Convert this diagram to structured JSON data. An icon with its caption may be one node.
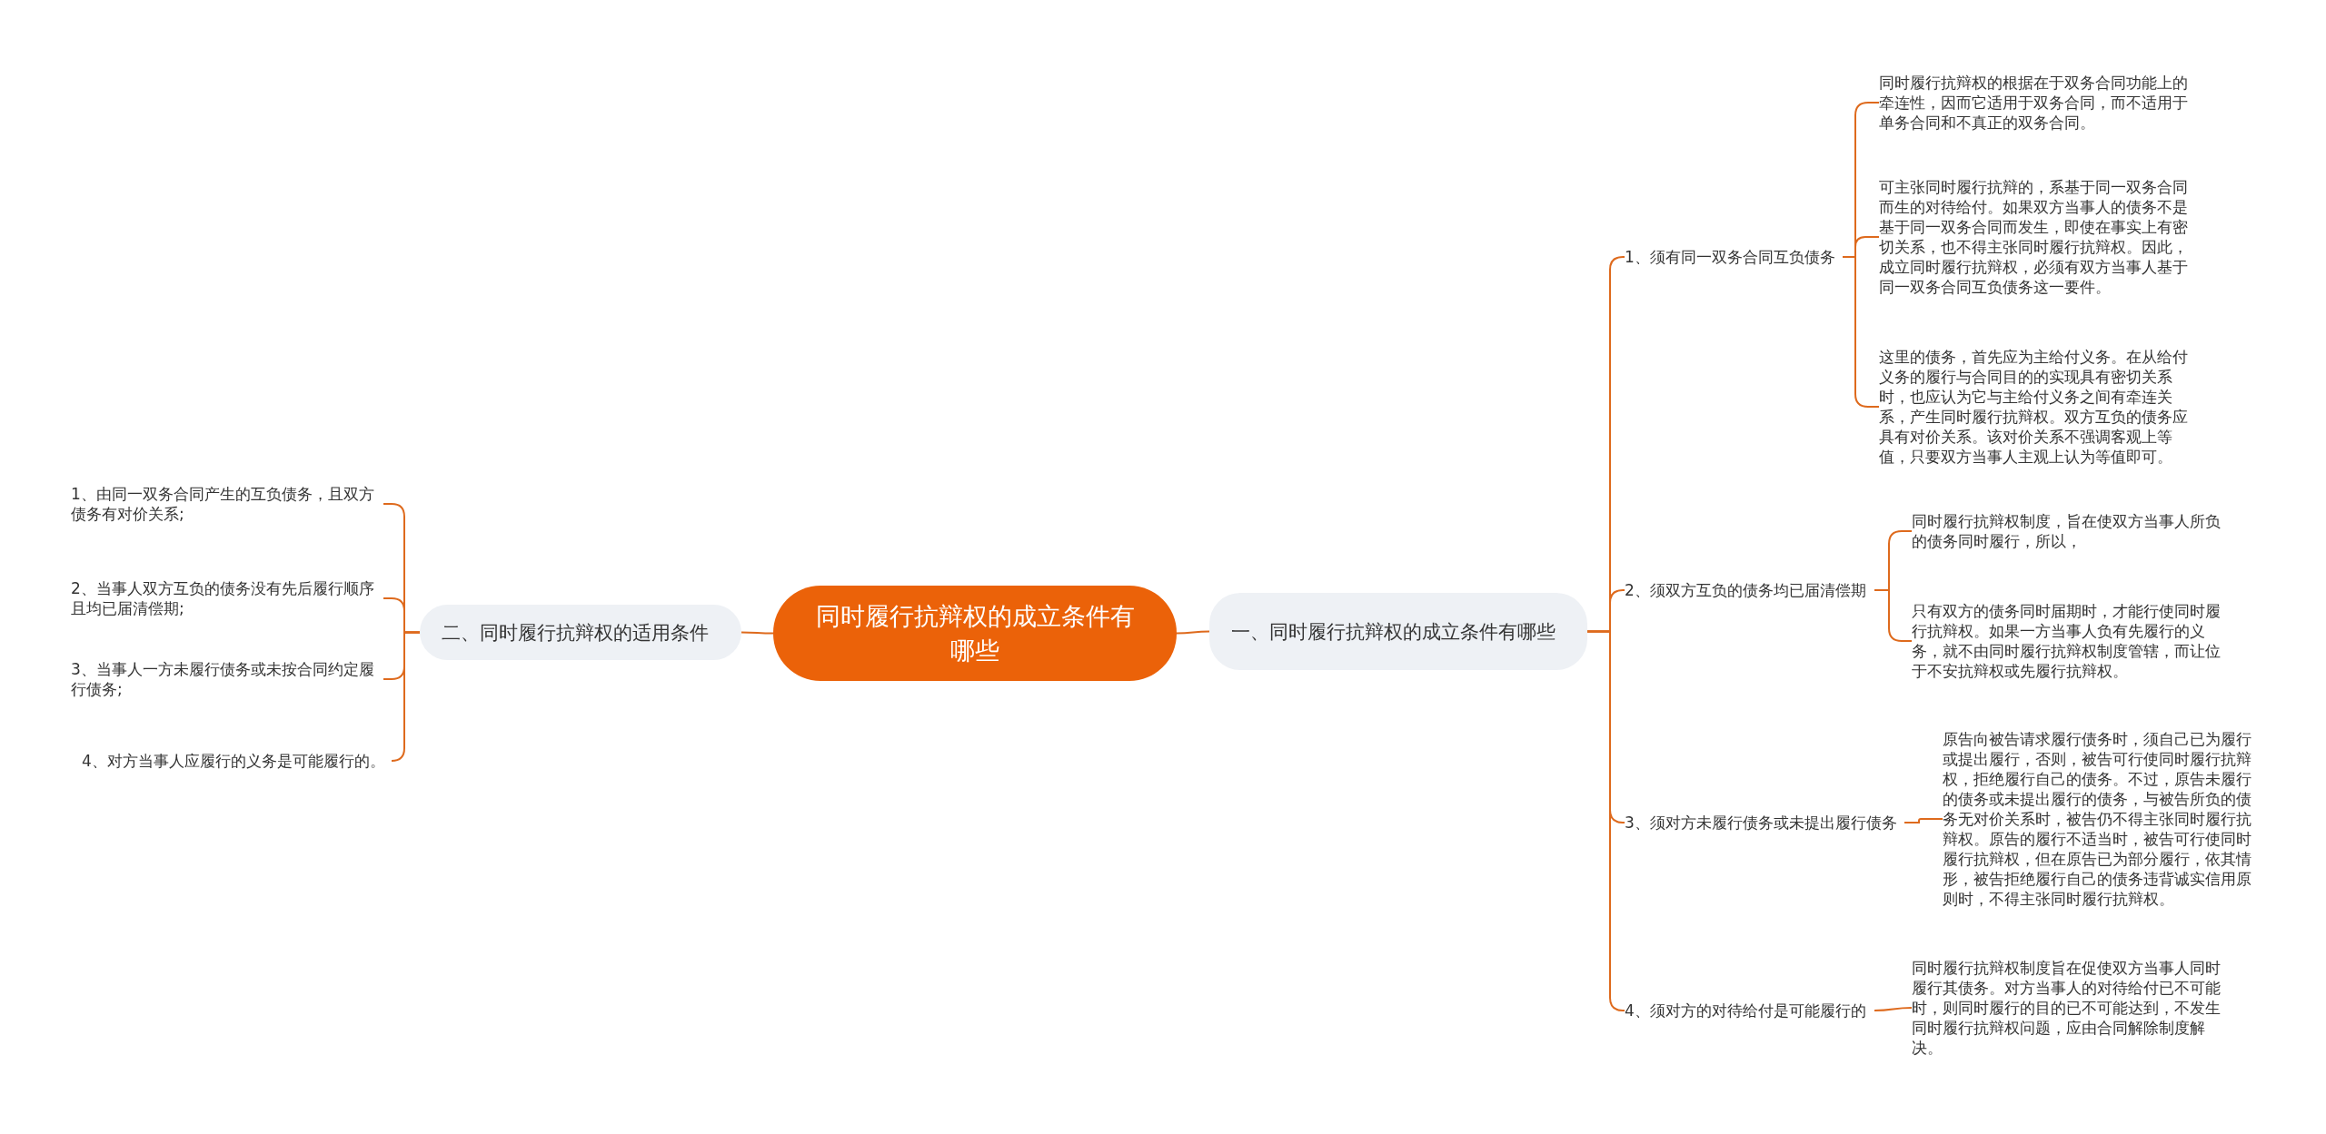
{
  "diagram": {
    "nodes": [
      {
        "text": [
          "同时履行抗辩权的成立条件有哪些"
        ]
      },
      {
        "text": [
          "一、同时履行抗辩权的成立条件有哪些"
        ]
      },
      {
        "text": [
          "二、同时履行抗辩权的适用条件"
        ]
      },
      {
        "text": [
          "1、须有同一双务合同互负债务"
        ]
      },
      {
        "text": [
          "2、须双方互负的债务均已届清偿期"
        ]
      },
      {
        "text": [
          "3、须对方未履行债务或未提出履行债务"
        ]
      },
      {
        "text": [
          "4、须对方的对待给付是可能履行的"
        ]
      },
      {
        "text": [
          "同时履行抗辩权的根据在于双务合同功能上的牵连性，因而它适用于双务合同，而不适用于单务合同和不真正的双务合同。"
        ]
      },
      {
        "text": [
          "可主张同时履行抗辩的，系基于同一双务合同而生的对待给付。如果双方当事人的债务不是基于同一双务合同而发生，即使在事实上有密切关系，也不得主张同时履行抗辩权。因此，成立同时履行抗辩权，必须有双方当事人基于同一双务合同互负债务这一要件。"
        ]
      },
      {
        "text": [
          "这里的债务，首先应为主给付义务。在从给付义务的履行与合同目的的实现具有密切关系时，也应认为它与主给付义务之间有牵连关系，产生同时履行抗辩权。双方互负的债务应具有对价关系。该对价关系不强调客观上等值，只要双方当事人主观上认为等值即可。"
        ]
      },
      {
        "text": [
          "同时履行抗辩权制度，旨在使双方当事人所负的债务同时履行，所以，"
        ]
      },
      {
        "text": [
          "只有双方的债务同时届期时，才能行使同时履行抗辩权。如果一方当事人负有先履行的义务，就不由同时履行抗辩权制度管辖，而让位于不安抗辩权或先履行抗辩权。"
        ]
      },
      {
        "text": [
          "原告向被告请求履行债务时，须自己已为履行或提出履行，否则，被告可行使同时履行抗辩权，拒绝履行自己的债务。不过，原告未履行的债务或未提出履行的债务，与被告所负的债务无对价关系时，被告仍不得主张同时履行抗辩权。原告的履行不适当时，被告可行使同时履行抗辩权，但在原告已为部分履行，依其情形，被告拒绝履行自己的债务违背诚实信用原则时，不得主张同时履行抗辩权。"
        ]
      },
      {
        "text": [
          "同时履行抗辩权制度旨在促使双方当事人同时履行其债务。对方当事人的对待给付已不可能时，则同时履行的目的已不可能达到，不发生同时履行抗辩权问题，应由合同解除制度解决。"
        ]
      },
      {
        "text": [
          "1、由同一双务合同产生的互负债务，且双方债务有对价关系;"
        ]
      },
      {
        "text": [
          "2、当事人双方互负的债务没有先后履行顺序且均已届清偿期;"
        ]
      },
      {
        "text": [
          "3、当事人一方未履行债务或未按合同约定履行债务;"
        ]
      },
      {
        "text": [
          "4、对方当事人应履行的义务是可能履行的。"
        ]
      }
    ],
    "edges": [
      {
        "from": 0,
        "to": 1,
        "arrow": "none"
      },
      {
        "from": 0,
        "to": 2,
        "arrow": "none"
      },
      {
        "from": 1,
        "to": 3,
        "arrow": "none"
      },
      {
        "from": 1,
        "to": 4,
        "arrow": "none"
      },
      {
        "from": 1,
        "to": 5,
        "arrow": "none"
      },
      {
        "from": 1,
        "to": 6,
        "arrow": "none"
      },
      {
        "from": 3,
        "to": 7,
        "arrow": "none"
      },
      {
        "from": 3,
        "to": 8,
        "arrow": "none"
      },
      {
        "from": 3,
        "to": 9,
        "arrow": "none"
      },
      {
        "from": 4,
        "to": 10,
        "arrow": "none"
      },
      {
        "from": 4,
        "to": 11,
        "arrow": "none"
      },
      {
        "from": 5,
        "to": 12,
        "arrow": "none"
      },
      {
        "from": 6,
        "to": 13,
        "arrow": "none"
      },
      {
        "from": 2,
        "to": 14,
        "arrow": "none"
      },
      {
        "from": 2,
        "to": 15,
        "arrow": "none"
      },
      {
        "from": 2,
        "to": 16,
        "arrow": "none"
      },
      {
        "from": 2,
        "to": 17,
        "arrow": "none"
      }
    ]
  }
}
